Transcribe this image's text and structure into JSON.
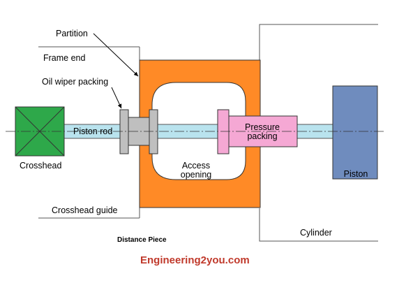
{
  "labels": {
    "partition": "Partition",
    "frame_end": "Frame end",
    "oil_wiper_packing": "Oil wiper packing",
    "piston_rod": "Piston rod",
    "crosshead": "Crosshead",
    "access_opening_line1": "Access",
    "access_opening_line2": "opening",
    "pressure_packing_line1": "Pressure",
    "pressure_packing_line2": "packing",
    "piston": "Piston",
    "crosshead_guide": "Crosshead guide",
    "distance_piece": "Distance Piece",
    "cylinder": "Cylinder"
  },
  "watermark": "Engineering2you.com",
  "colors": {
    "distance_piece": "#ff8a26",
    "crosshead": "#2ea84a",
    "piston_rod": "#b9e3ee",
    "packing_gray": "#bfbfbf",
    "pressure_packing": "#f5a8d4",
    "piston": "#6f8cbe",
    "watermark": "#c0392b"
  }
}
